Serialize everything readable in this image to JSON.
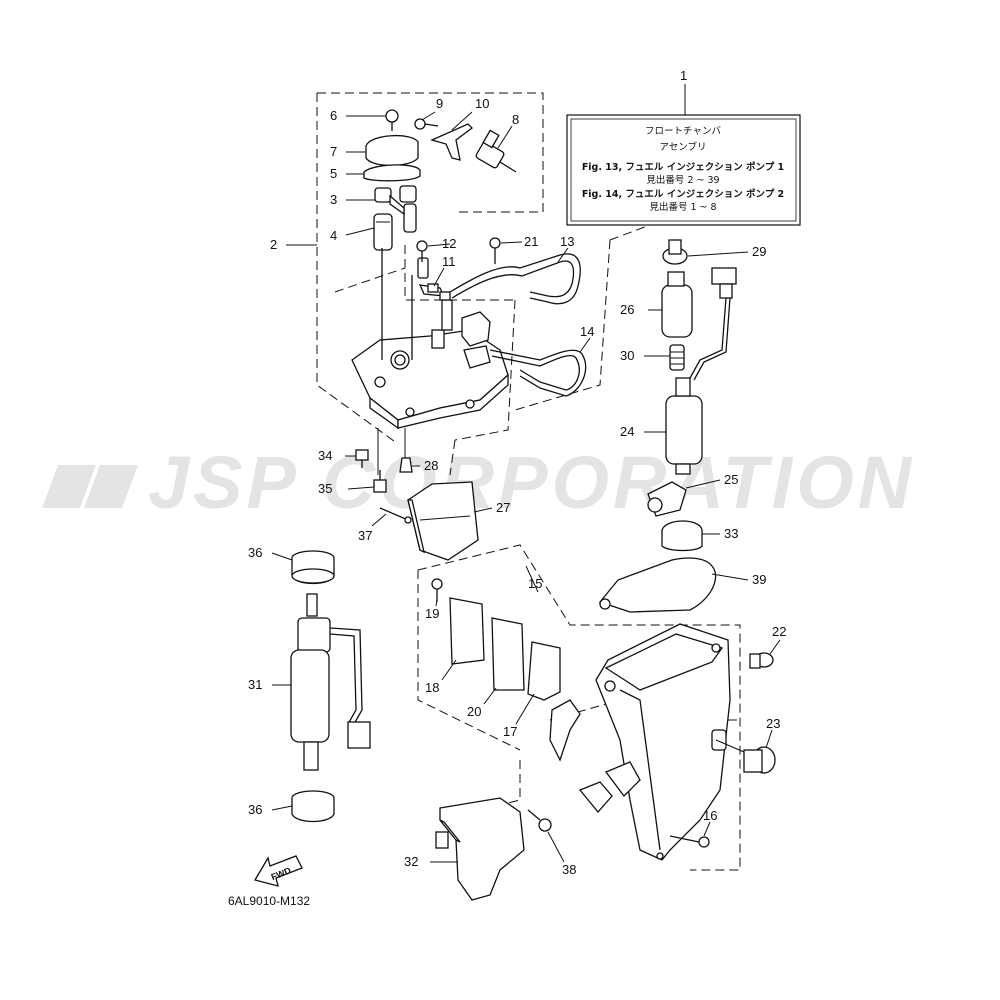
{
  "legend": {
    "number": "1",
    "title_line1": "フロートチャンバ",
    "title_line2": "アセンブリ",
    "ref1": "Fig. 13, フュエル インジェクション ポンプ 1",
    "ref1_range": "見出番号 2 ~ 39",
    "ref2": "Fig. 14, フュエル インジェクション ポンプ 2",
    "ref2_range": "見出番号 1 ~ 8"
  },
  "watermark": "JSP CORPORATION",
  "diagram_code": "6AL9010-M132",
  "fwd_label": "FWD",
  "callouts": {
    "c2": "2",
    "c3": "3",
    "c4": "4",
    "c5": "5",
    "c6": "6",
    "c7": "7",
    "c8": "8",
    "c9": "9",
    "c10": "10",
    "c11": "11",
    "c12": "12",
    "c13": "13",
    "c14": "14",
    "c15": "15",
    "c16": "16",
    "c17": "17",
    "c18": "18",
    "c19": "19",
    "c20": "20",
    "c21": "21",
    "c22": "22",
    "c23": "23",
    "c24": "24",
    "c25": "25",
    "c26": "26",
    "c27": "27",
    "c28": "28",
    "c29": "29",
    "c30": "30",
    "c31": "31",
    "c32": "32",
    "c33": "33",
    "c34": "34",
    "c35": "35",
    "c36a": "36",
    "c36b": "36",
    "c37": "37",
    "c38": "38",
    "c39": "39"
  }
}
